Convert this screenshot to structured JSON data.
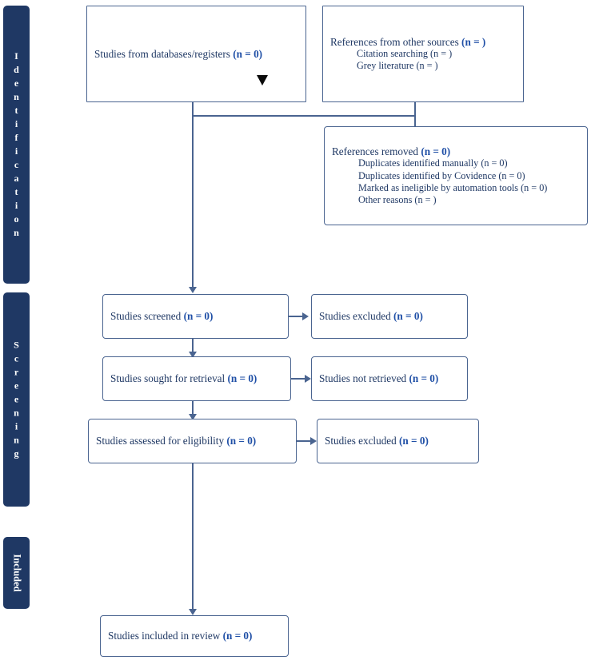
{
  "diagram": {
    "type": "prisma-flow-diagram",
    "colors": {
      "stage_bar": "#1F3864",
      "box_border": "#4A6490",
      "text": "#1F3864",
      "count_accent": "#1F4FA6",
      "background": "#FFFFFF"
    }
  },
  "stages": [
    {
      "id": "identification",
      "label": "Identification",
      "orientation": "stacked-vertical"
    },
    {
      "id": "screening",
      "label": "Screening",
      "orientation": "stacked-vertical"
    },
    {
      "id": "included",
      "label": "Included",
      "orientation": "rotated-90"
    }
  ],
  "nodes": {
    "databases": {
      "title": "Studies from databases/registers",
      "count": "(n = 0)"
    },
    "other_sources": {
      "title": "References from other sources",
      "count": "(n = )",
      "subitems": [
        "Citation searching (n = )",
        "Grey literature (n = )"
      ]
    },
    "references_removed": {
      "title": "References removed",
      "count": "(n = 0)",
      "subitems": [
        "Duplicates identified manually (n = 0)",
        "Duplicates identified by Covidence (n = 0)",
        "Marked as ineligible by automation tools (n = 0)",
        "Other reasons (n = )"
      ]
    },
    "screened": {
      "title": "Studies screened",
      "count": "(n = 0)"
    },
    "excluded_screened": {
      "title": "Studies excluded",
      "count": "(n = 0)"
    },
    "sought_retrieval": {
      "title": "Studies sought for retrieval",
      "count": "(n = 0)"
    },
    "not_retrieved": {
      "title": "Studies not retrieved",
      "count": "(n = 0)"
    },
    "assessed_eligibility": {
      "title": "Studies assessed for eligibility",
      "count": "(n = 0)"
    },
    "excluded_eligibility": {
      "title": "Studies excluded",
      "count": "(n = 0)"
    },
    "included_review": {
      "title": "Studies included in review",
      "count": "(n = 0)"
    }
  }
}
